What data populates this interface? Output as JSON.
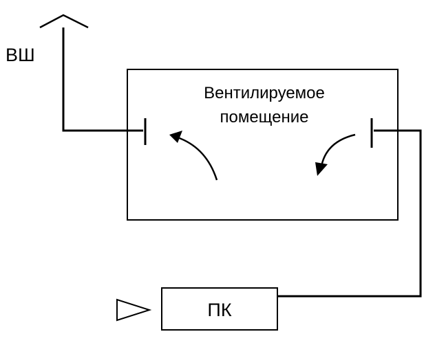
{
  "labels": {
    "exhaust_shaft": "ВШ",
    "room_line1": "Вентилируемое",
    "room_line2": "помещение",
    "unit": "ПК"
  },
  "colors": {
    "stroke": "#000000",
    "background": "#ffffff"
  }
}
